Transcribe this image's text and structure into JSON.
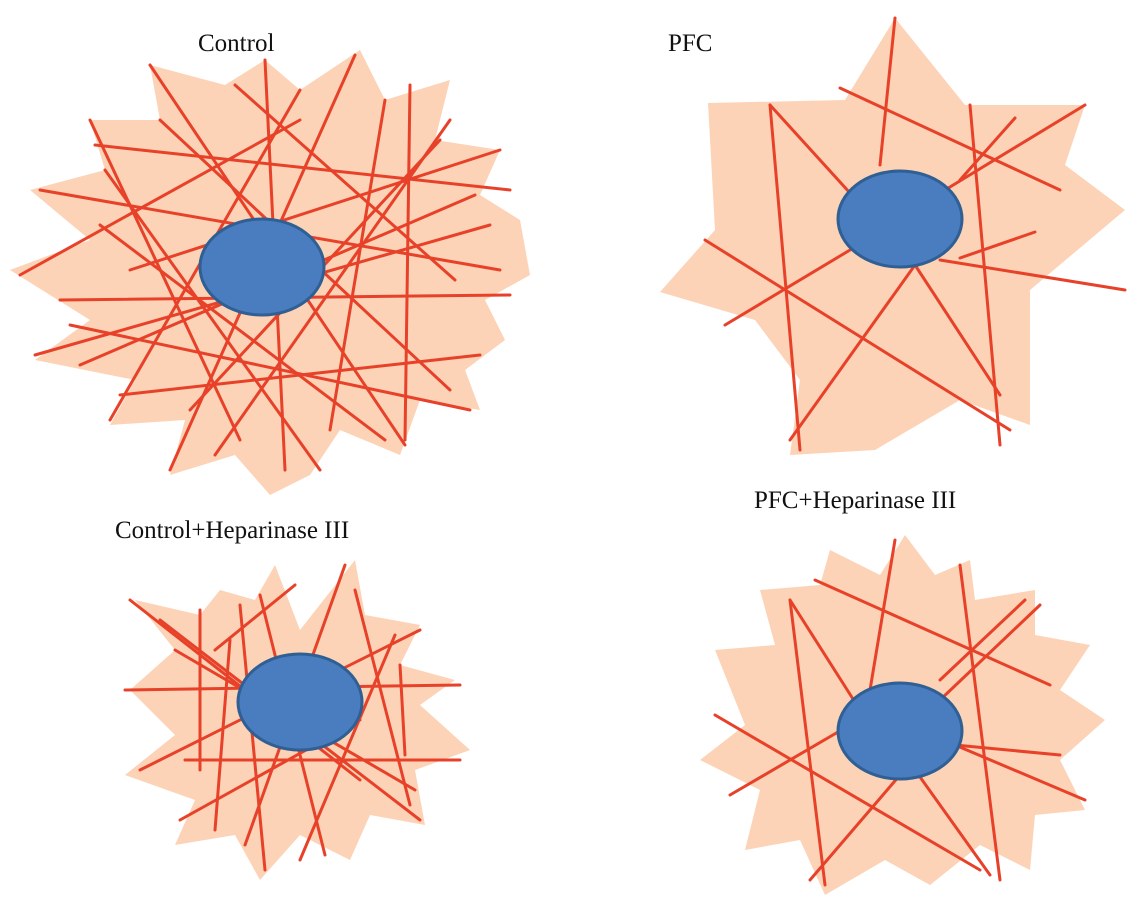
{
  "colors": {
    "cell_fill": "#fcd3b6",
    "fiber": "#e8412a",
    "nucleus_fill": "#4a7dbf",
    "nucleus_stroke": "#2f5f93"
  },
  "panels": [
    {
      "id": "control",
      "label": "Control",
      "fiber_density": "high"
    },
    {
      "id": "pfc",
      "label": "PFC",
      "fiber_density": "low"
    },
    {
      "id": "control-hep",
      "label": "Control+Heparinase III",
      "fiber_density": "high"
    },
    {
      "id": "pfc-hep",
      "label": "PFC+Heparinase III",
      "fiber_density": "low"
    }
  ]
}
